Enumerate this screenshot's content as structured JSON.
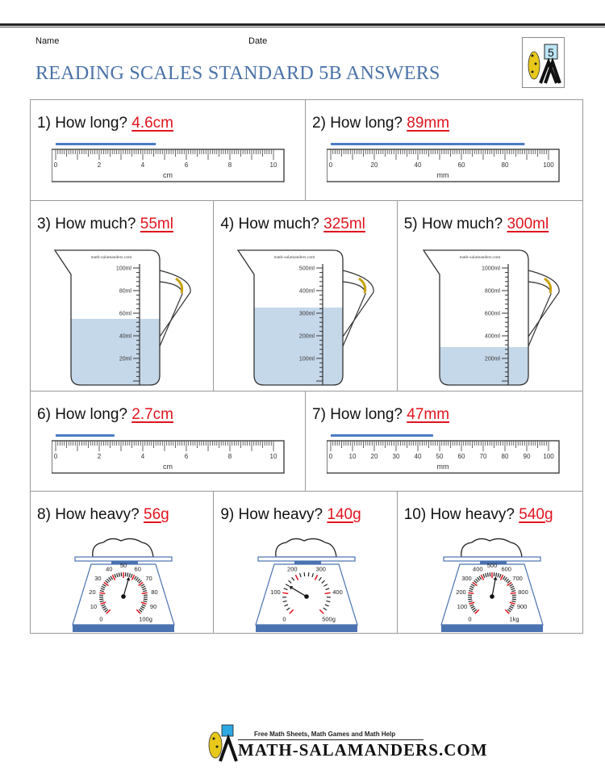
{
  "header": {
    "name_label": "Name",
    "date_label": "Date",
    "title": "READING SCALES STANDARD 5B ANSWERS",
    "grade_badge": "5"
  },
  "questions": [
    {
      "num": "1)",
      "prompt": "How long?",
      "answer": "4.6cm",
      "type": "ruler",
      "unit": "cm",
      "ticks": [
        "0",
        "2",
        "4",
        "6",
        "8",
        "10"
      ],
      "max": 10,
      "value": 4.6
    },
    {
      "num": "2)",
      "prompt": "How long?",
      "answer": "89mm",
      "type": "ruler",
      "unit": "mm",
      "ticks": [
        "0",
        "20",
        "40",
        "60",
        "80",
        "100"
      ],
      "max": 100,
      "value": 89
    },
    {
      "num": "3)",
      "prompt": "How much?",
      "answer": "55ml",
      "type": "jug",
      "brand": "math-salamanders.com",
      "labels": [
        "100ml",
        "80ml",
        "60ml",
        "40ml",
        "20ml"
      ],
      "max": 100,
      "value": 55
    },
    {
      "num": "4)",
      "prompt": "How much?",
      "answer": "325ml",
      "type": "jug",
      "brand": "math-salamanders.com",
      "labels": [
        "500ml",
        "400ml",
        "300ml",
        "200ml",
        "100ml"
      ],
      "max": 500,
      "value": 325
    },
    {
      "num": "5)",
      "prompt": "How much?",
      "answer": "300ml",
      "type": "jug",
      "brand": "math-salamanders.com",
      "labels": [
        "1000ml",
        "800ml",
        "600ml",
        "400ml",
        "200ml"
      ],
      "max": 1000,
      "value": 300
    },
    {
      "num": "6)",
      "prompt": "How long?",
      "answer": "2.7cm",
      "type": "ruler",
      "unit": "cm",
      "ticks": [
        "0",
        "2",
        "4",
        "6",
        "8",
        "10"
      ],
      "max": 10,
      "value": 2.7
    },
    {
      "num": "7)",
      "prompt": "How long?",
      "answer": "47mm",
      "type": "ruler",
      "unit": "mm",
      "ticks": [
        "0",
        "10",
        "20",
        "30",
        "40",
        "50",
        "60",
        "70",
        "80",
        "90",
        "100"
      ],
      "max": 100,
      "value": 47
    },
    {
      "num": "8)",
      "prompt": "How heavy?",
      "answer": "56g",
      "type": "scale",
      "labels": [
        "0",
        "10",
        "20",
        "30",
        "40",
        "50",
        "60",
        "70",
        "80",
        "90",
        "100g"
      ],
      "max": 100,
      "value": 56
    },
    {
      "num": "9)",
      "prompt": "How heavy?",
      "answer": "140g",
      "type": "scale",
      "labels": [
        "0",
        "100",
        "200",
        "300",
        "400",
        "500g"
      ],
      "max": 500,
      "value": 140
    },
    {
      "num": "10)",
      "prompt": "How heavy?",
      "answer": "540g",
      "type": "scale",
      "labels": [
        "0",
        "100",
        "200",
        "300",
        "400",
        "500",
        "600",
        "700",
        "800",
        "900",
        "1kg"
      ],
      "max": 1000,
      "value": 540
    }
  ],
  "footer": {
    "tagline": "Free Math Sheets, Math Games and Math Help",
    "brand": "MATH-SALAMANDERS.COM"
  },
  "colors": {
    "title": "#4a72a8",
    "answer": "#e0141e",
    "measure_bar": "#4a7cc4",
    "liquid": "#c5d8ea",
    "scale_blue": "#4a72b0"
  }
}
